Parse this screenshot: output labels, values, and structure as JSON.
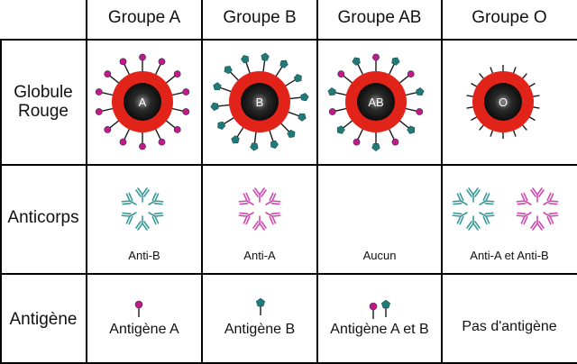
{
  "header": {
    "group_a": "Groupe A",
    "group_b": "Groupe B",
    "group_ab": "Groupe AB",
    "group_o": "Groupe O"
  },
  "rows": {
    "cell": [
      "Globule",
      "Rouge"
    ],
    "antibodies": "Anticorps",
    "antigens": "Antigène"
  },
  "cells": {
    "a_letter": "A",
    "b_letter": "B",
    "ab_letter": "AB",
    "o_letter": "O"
  },
  "antibody_captions": {
    "a": "Anti-B",
    "b": "Anti-A",
    "ab": "Aucun",
    "o": "Anti-A et Anti-B"
  },
  "antigen_captions": {
    "a": "Antigène A",
    "b": "Antigène B",
    "ab": "Antigène A et B",
    "o": "Pas d'antigène"
  },
  "colors": {
    "cell_red": "#e2231a",
    "cell_dark": "#151515",
    "antigen_a": "#c2188f",
    "antigen_b": "#1f7a7a",
    "antibody_a": "#d04ab0",
    "antibody_b": "#3a9a9a",
    "grid": "#000000",
    "stalk": "#1a1a1a"
  }
}
